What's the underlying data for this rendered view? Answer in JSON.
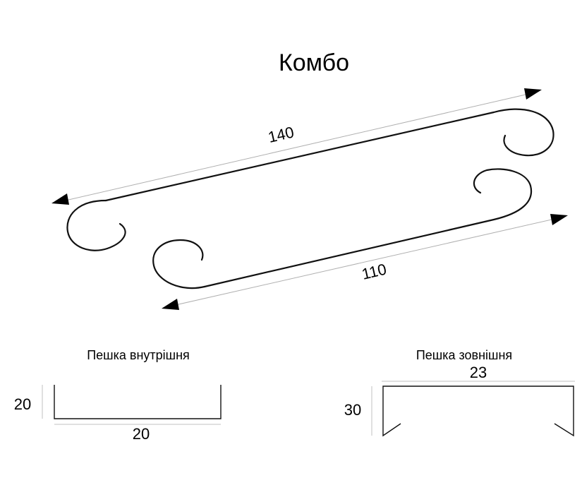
{
  "title": "Комбо",
  "profile": {
    "top_dimension": "140",
    "bottom_dimension": "110"
  },
  "inner_piece": {
    "caption": "Пешка внутрішня",
    "height": "20",
    "width": "20"
  },
  "outer_piece": {
    "caption": "Пешка зовнішня",
    "height": "30",
    "width": "23"
  },
  "colors": {
    "line": "#111111",
    "dimension_line": "#b0b0b0",
    "arrow": "#000000"
  }
}
